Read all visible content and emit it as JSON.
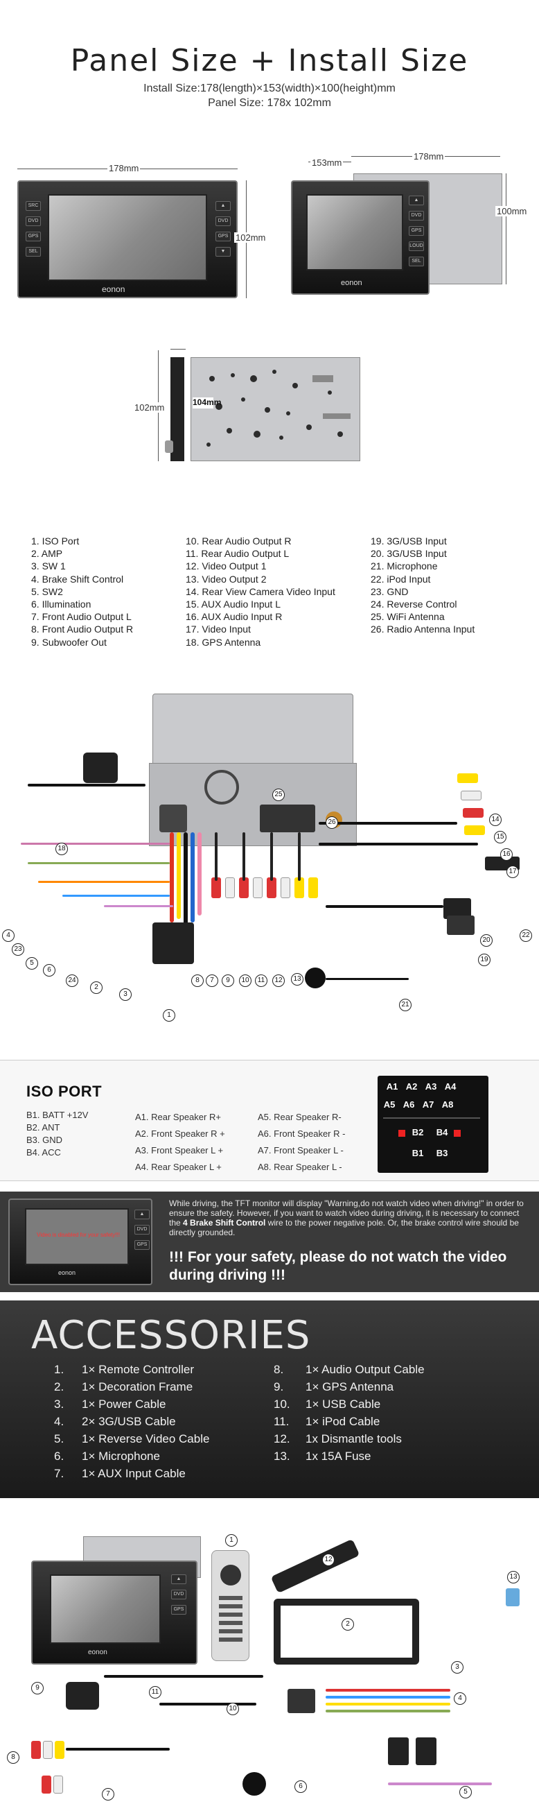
{
  "header": {
    "title": "Panel Size + Install Size",
    "install": "Install Size:178(length)×153(width)×100(height)mm",
    "panel": "Panel Size: 178x 102mm"
  },
  "dims": {
    "front_w": "178mm",
    "front_h": "102mm",
    "side_w": "153mm",
    "top_w": "178mm",
    "side_h": "100mm",
    "back_h": "102mm",
    "back_d": "104mm"
  },
  "unit": {
    "brand": "eonon",
    "buttons": [
      "SRC",
      "DVD",
      "GPS",
      "SEL",
      "LOUD"
    ]
  },
  "legend": {
    "col1": [
      "1. ISO Port",
      "2. AMP",
      "3. SW 1",
      "4. Brake Shift Control",
      "5. SW2",
      "6. Illumination",
      "7. Front Audio Output L",
      "8. Front Audio Output R",
      "9. Subwoofer Out"
    ],
    "col2": [
      "10. Rear Audio Output R",
      "11. Rear Audio Output L",
      "12. Video Output 1",
      "13. Video Output 2",
      "14. Rear View Camera Video Input",
      "15. AUX Audio Input L",
      "16. AUX Audio Input R",
      "17. Video Input",
      "18. GPS Antenna"
    ],
    "col3": [
      "19. 3G/USB Input",
      "20. 3G/USB Input",
      "21. Microphone",
      "22. iPod Input",
      "23. GND",
      "24. Reverse Control",
      "25. WiFi Antenna",
      "26.  Radio Antenna Input"
    ]
  },
  "wiring_labels": [
    "1",
    "2",
    "3",
    "4",
    "5",
    "6",
    "7",
    "8",
    "9",
    "10",
    "11",
    "12",
    "13",
    "14",
    "15",
    "16",
    "17",
    "18",
    "19",
    "20",
    "21",
    "22",
    "23",
    "24",
    "25",
    "26"
  ],
  "iso": {
    "title": "ISO PORT",
    "b": [
      "B1. BATT +12V",
      "B2. ANT",
      "B3. GND",
      "B4. ACC"
    ],
    "a1": [
      "A1.  Rear Speaker R+",
      "A2.  Front Speaker R +",
      "A3.  Front Speaker L +",
      "A4.  Rear Speaker L +"
    ],
    "a2": [
      "A5.  Rear Speaker R-",
      "A6.  Front Speaker R -",
      "A7.  Front Speaker L -",
      "A8.  Rear Speaker L -"
    ],
    "pins_top": [
      "A1",
      "A2",
      "A3",
      "A4"
    ],
    "pins_mid": [
      "A5",
      "A6",
      "A7",
      "A8"
    ],
    "pins_b": [
      "B2",
      "B4",
      "B1",
      "B3"
    ]
  },
  "warning": {
    "screen_text": "Video is disabled for your safety!!!",
    "p1": "While driving, the TFT monitor will display \"Warning,do not watch video when driving!\" in order to ensure the safety. However, if you want to watch video during driving, it is necessary to connect the ",
    "p1_bold": "4 Brake Shift Control",
    "p1_end": " wire to the power negative pole. Or, the brake control wire should be directly grounded.",
    "big": "!!! For your safety, please do not watch the video during driving !!!"
  },
  "accessories": {
    "title": "ACCESSORIES",
    "left": [
      {
        "n": "1.",
        "t": "1× Remote Controller"
      },
      {
        "n": "2.",
        "t": "1× Decoration Frame"
      },
      {
        "n": "3.",
        "t": "1× Power Cable"
      },
      {
        "n": "4.",
        "t": "2× 3G/USB Cable"
      },
      {
        "n": "5.",
        "t": "1× Reverse Video Cable"
      },
      {
        "n": "6.",
        "t": "1× Microphone"
      },
      {
        "n": "7.",
        "t": "1× AUX Input Cable"
      }
    ],
    "right": [
      {
        "n": "8.",
        "t": "1× Audio Output  Cable"
      },
      {
        "n": "9.",
        "t": "1× GPS Antenna"
      },
      {
        "n": "10.",
        "t": "1× USB Cable"
      },
      {
        "n": "11.",
        "t": "1× iPod Cable"
      },
      {
        "n": "12.",
        "t": "1x Dismantle tools"
      },
      {
        "n": "13.",
        "t": "1x 15A Fuse"
      }
    ]
  },
  "acc_photo_labels": [
    "1",
    "2",
    "3",
    "4",
    "5",
    "6",
    "7",
    "8",
    "9",
    "10",
    "11",
    "12",
    "13"
  ]
}
